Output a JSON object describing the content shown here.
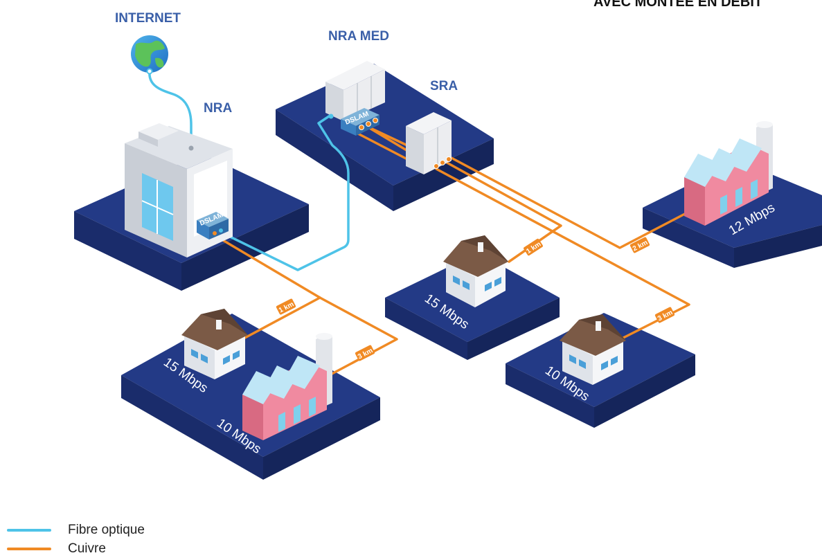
{
  "title": "AVEC MONTÉE EN DÉBIT",
  "nodes": {
    "internet": "INTERNET",
    "nra": "NRA",
    "nra_med": "NRA MED",
    "sra": "SRA"
  },
  "speeds": {
    "factory_right": "12 Mbps",
    "house_middle": "15 Mbps",
    "house_right": "10 Mbps",
    "house_left": "15 Mbps",
    "factory_left": "10 Mbps"
  },
  "distances": {
    "left_house": "1 km",
    "left_factory": "3 km",
    "mid_house": "1 km",
    "right_factory": "2 km",
    "right_house": "3 km"
  },
  "dslam_label": "DSLAM",
  "legend": [
    {
      "label": "Fibre optique",
      "color": "#4ec3e8"
    },
    {
      "label": "Cuivre",
      "color": "#f08a24"
    }
  ],
  "colors": {
    "platform": "#233a86",
    "platform_side": "#1a2c6b",
    "fiber": "#4ec3e8",
    "copper": "#f08a24",
    "label": "#3a5fa8"
  }
}
